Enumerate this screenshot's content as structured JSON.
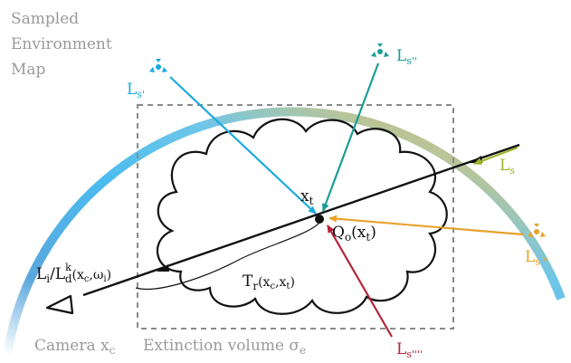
{
  "labels": {
    "env_map_line1": "Sampled",
    "env_map_line2": "Environment",
    "env_map_line3": "Map",
    "camera": "Camera x",
    "camera_sub": "c",
    "extinction": "Extinction volume σ",
    "extinction_sub": "e",
    "xt_main": "x",
    "xt_sub": "t",
    "q_main": "Q",
    "q_sub": "o",
    "q_arg_open": "(x",
    "q_arg_sub": "t",
    "q_arg_close": ")",
    "li_main": "L",
    "li_sub": "i",
    "li_slash": "/L",
    "ld_sub": "d",
    "ld_sup": "k",
    "ld_args_open": "(x",
    "ld_args_sub1": "c",
    "ld_args_mid": ",ω",
    "ld_args_sub2": "i",
    "ld_args_close": ")",
    "tr_main": "T",
    "tr_sub": "r",
    "tr_args": "(x",
    "tr_args_sub1": "c",
    "tr_args_mid": ",x",
    "tr_args_sub2": "t",
    "tr_args_close": ")",
    "ls1_main": "L",
    "ls1_sub": "s'",
    "ls2_main": "L",
    "ls2_sub": "s''",
    "ls3_main": "L",
    "ls3_sub": "s",
    "ls4_main": "L",
    "ls4_sub": "s'''",
    "ls5_main": "L",
    "ls5_sub": "s''''"
  },
  "colors": {
    "ls1": "#1aa9e0",
    "ls2": "#1a9e96",
    "ls3": "#9bb52a",
    "ls4": "#e8a22c",
    "ls5": "#b3243a",
    "ray": "#111111",
    "box": "#8a8a8a"
  },
  "icons": [
    "light-icon-ls1",
    "light-icon-ls2",
    "light-icon-ls4",
    "camera-icon"
  ]
}
